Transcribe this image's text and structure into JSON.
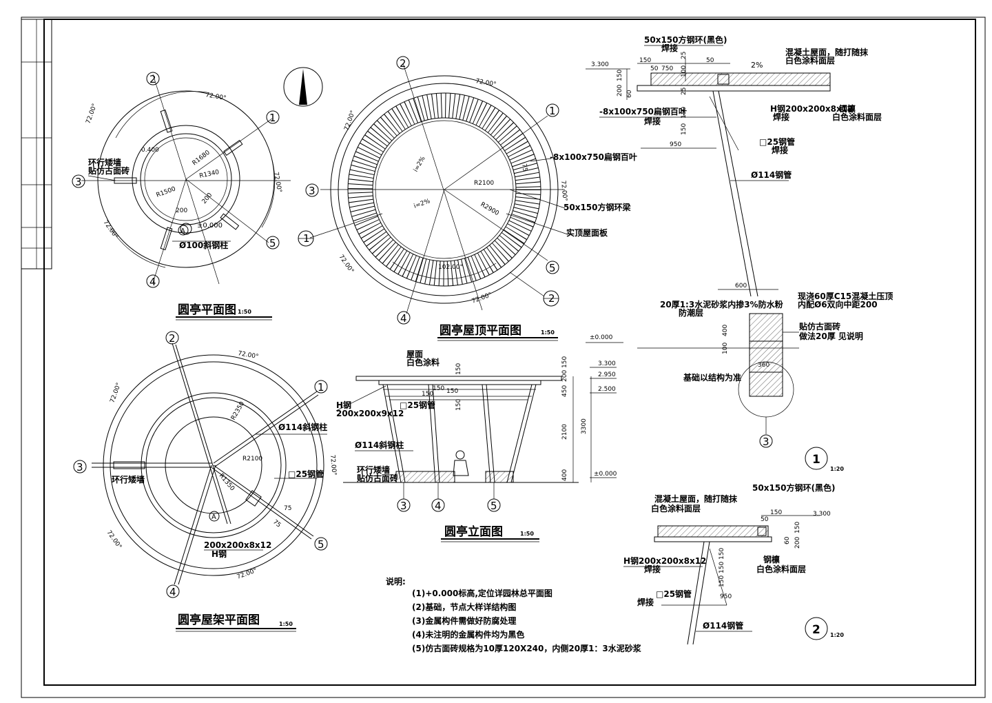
{
  "titles": {
    "plan": "圆亭平面图",
    "roof": "圆亭屋顶平面图",
    "frame": "圆亭屋架平面图",
    "elev": "圆亭立面图",
    "scale50": "1:50",
    "scale20": "1:20"
  },
  "plan": {
    "ang": "72.00°",
    "r1680": "R1680",
    "r1340": "R1340",
    "r1500": "R1500",
    "v0400": "0.400",
    "d200a": "200",
    "d200b": "200",
    "zero": "±0.000",
    "ring_wall": "环行矮墙",
    "ring_tile": "贴仿古面砖",
    "col": "Ø100斜钢柱",
    "mark_a": "A"
  },
  "roof": {
    "ang": "72.00°",
    "ang102": "102.00°",
    "r2100": "R2100",
    "r2900": "R2900",
    "slope1": "i=2%",
    "slope2": "i=2%",
    "d75": "75",
    "louver": "-8x100x750扁钢百叶",
    "ring_beam": "50x150方钢环梁",
    "deck": "实顶屋面板",
    "mark1": "1",
    "mark2": "2"
  },
  "frame": {
    "ang": "72.00°",
    "r2350": "R2350",
    "r1350": "R1350",
    "r2100": "R2100",
    "d75a": "75",
    "d75b": "75",
    "col": "Ø114斜钢柱",
    "tube": "□25钢管",
    "ring_wall": "环行矮墙",
    "hsteel_a": "200x200x8x12",
    "hsteel_b": "H钢",
    "mark_a": "A"
  },
  "elev": {
    "roof_a": "屋面",
    "roof_b": "白色涂料",
    "hsteel_a": "H钢",
    "hsteel_b": "200x200x9x12",
    "tube": "□25钢管",
    "col": "Ø114斜钢柱",
    "wall_a": "环行矮墙",
    "wall_b": "贴仿古面砖",
    "d150a": "150",
    "d150b": "150",
    "d150c": "150",
    "d150d": "150",
    "d150e": "150",
    "d150f": "150",
    "d200": "200",
    "d450": "450",
    "d2100": "2100",
    "d3300": "3300",
    "d400": "400",
    "el3300": "3.300",
    "el2950": "2.950",
    "el2500": "2.500",
    "el0000": "±0.000"
  },
  "det1": {
    "beam": "50x150方钢环(黑色)",
    "weld1": "焊接",
    "conc_a": "混凝土屋面，随打随抹",
    "conc_b": "白色涂料面层",
    "slope": "2%",
    "el3300": "3.300",
    "louver": "-8x100x750扁钢百叶",
    "weld2": "焊接",
    "hsteel": "H钢200x200x8x12",
    "weld3": "焊接",
    "steel_a": "钢檩",
    "steel_b": "白色涂料面层",
    "tube": "□25钢管",
    "weld4": "焊接",
    "pipe": "Ø114钢管",
    "d150a": "150",
    "d750": "750",
    "d50a": "50",
    "d50b": "50",
    "d25a": "25",
    "d100": "100",
    "d25b": "25",
    "d200": "200",
    "d150b": "150",
    "d60": "60",
    "d150c": "150",
    "d150d": "150",
    "d950": "950",
    "d600": "600",
    "mortar_a": "20厚1:3水泥砂浆内掺3%防水粉",
    "mortar_b": "防潮层",
    "cap_a": "现浇60厚C15混凝土压顶",
    "cap_b": "内配Ø6双向中距200",
    "tile_a": "贴仿古面砖",
    "tile_b": "做法20厚 见说明",
    "zero": "±0.000",
    "d400": "400",
    "d100b": "100",
    "d360": "360",
    "found": "基础以结构为准",
    "axis": "3",
    "num": "1"
  },
  "det2": {
    "beam": "50x150方钢环(黑色)",
    "conc_a": "混凝土屋面，随打随抹",
    "conc_b": "白色涂料面层",
    "el3300": "3.300",
    "hsteel": "H钢200x200x8x12",
    "weld1": "焊接",
    "steel_a": "钢檩",
    "steel_b": "白色涂料面层",
    "tube": "□25钢管",
    "weld2": "焊接",
    "pipe": "Ø114钢管",
    "d150a": "150",
    "d50": "50",
    "d150b": "150",
    "d200": "200",
    "d60": "60",
    "d150c": "150",
    "d150d": "150",
    "d150e": "150",
    "d950": "950",
    "num": "2"
  },
  "notes": {
    "head": "说明:",
    "items": [
      "(1)+0.000标高,定位详园林总平面图",
      "(2)基础，节点大样详结构图",
      "(3)金属构件需做好防腐处理",
      "(4)未注明的金属构件均为黑色",
      "(5)仿古面砖规格为10厚120X240，内侧20厚1：3水泥砂浆"
    ]
  },
  "axes": {
    "a1": "1",
    "a2": "2",
    "a3": "3",
    "a4": "4",
    "a5": "5"
  }
}
